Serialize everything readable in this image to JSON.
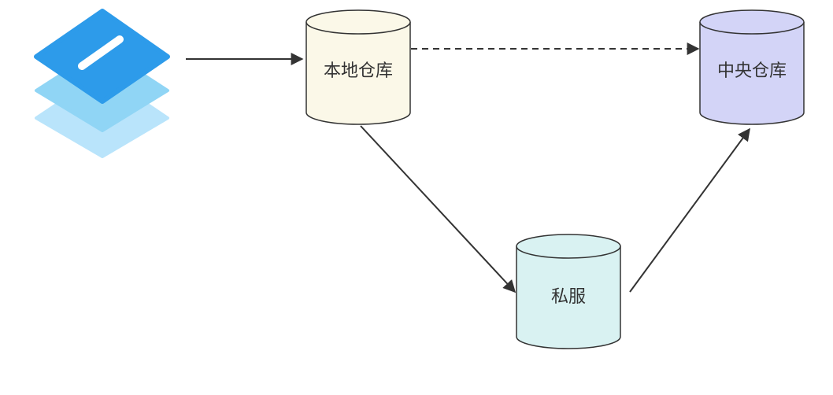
{
  "nodes": {
    "local_repo": {
      "label": "本地仓库",
      "fill": "#fbf8e8"
    },
    "central_repo": {
      "label": "中央仓库",
      "fill": "#d3d4f7"
    },
    "private_server": {
      "label": "私服",
      "fill": "#d9f2f2"
    }
  },
  "logo": {
    "icon": "maven-layers-icon",
    "colors": [
      "#2d9bea",
      "#90d5f5",
      "#b9e4fb"
    ]
  },
  "edges": [
    {
      "from": "logo",
      "to": "local_repo",
      "style": "solid"
    },
    {
      "from": "local_repo",
      "to": "central_repo",
      "style": "dashed"
    },
    {
      "from": "local_repo",
      "to": "private_server",
      "style": "solid"
    },
    {
      "from": "private_server",
      "to": "central_repo",
      "style": "solid"
    }
  ],
  "colors": {
    "stroke": "#333333"
  }
}
